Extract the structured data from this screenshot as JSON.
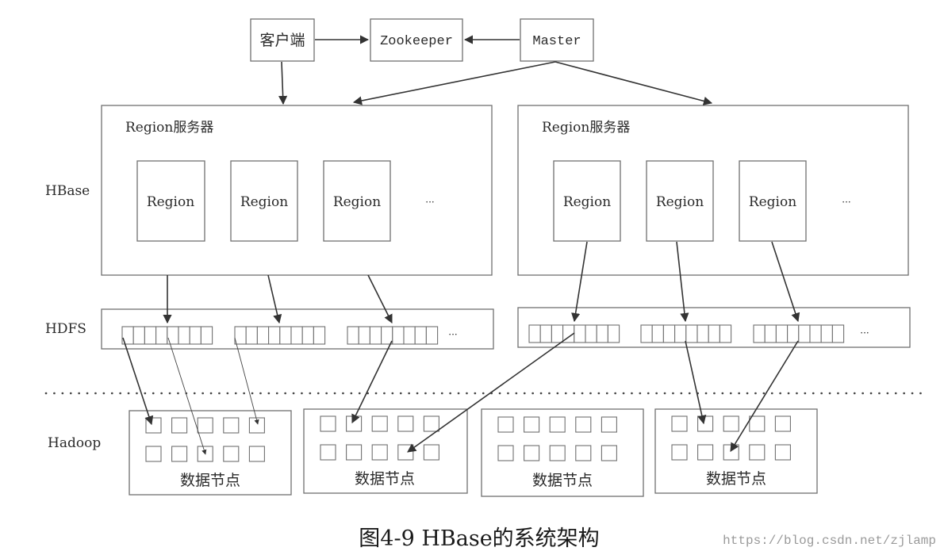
{
  "nodes": {
    "client": "客户端",
    "zookeeper": "Zookeeper",
    "master": "Master"
  },
  "layers": {
    "hbase": "HBase",
    "hdfs": "HDFS",
    "hadoop": "Hadoop"
  },
  "region_servers": [
    {
      "title": "Region服务器",
      "regions": [
        "Region",
        "Region",
        "Region"
      ],
      "more": "···"
    },
    {
      "title": "Region服务器",
      "regions": [
        "Region",
        "Region",
        "Region"
      ],
      "more": "···"
    }
  ],
  "hdfs_more": [
    "···",
    "···"
  ],
  "data_nodes": [
    "数据节点",
    "数据节点",
    "数据节点",
    "数据节点"
  ],
  "caption": "图4-9 HBase的系统架构",
  "watermark": "https://blog.csdn.net/zjlamp",
  "colors": {
    "stroke": "#707070",
    "arrow": "#333333",
    "text": "#2a2a2a",
    "watermark": "#9a9a9a"
  }
}
